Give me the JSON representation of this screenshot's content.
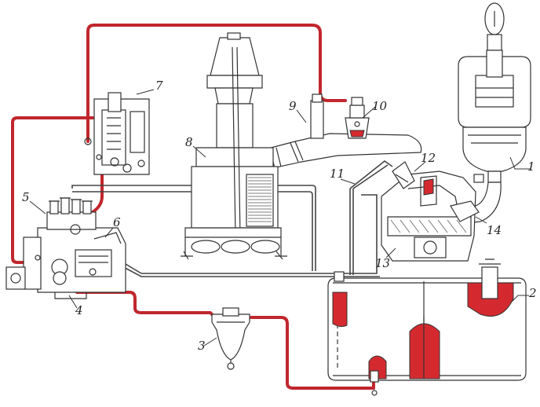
{
  "diagram": {
    "colors": {
      "fuel_line": "#c0272d",
      "fuel_fill": "#d42a2f",
      "outline": "#333333",
      "background": "#ffffff"
    },
    "callouts": {
      "c1": "1",
      "c2": "2",
      "c3": "3",
      "c4": "4",
      "c5": "5",
      "c6": "6",
      "c7": "7",
      "c8": "8",
      "c9": "9",
      "c10": "10",
      "c11": "11",
      "c12": "12",
      "c13": "13",
      "c14": "14"
    }
  }
}
